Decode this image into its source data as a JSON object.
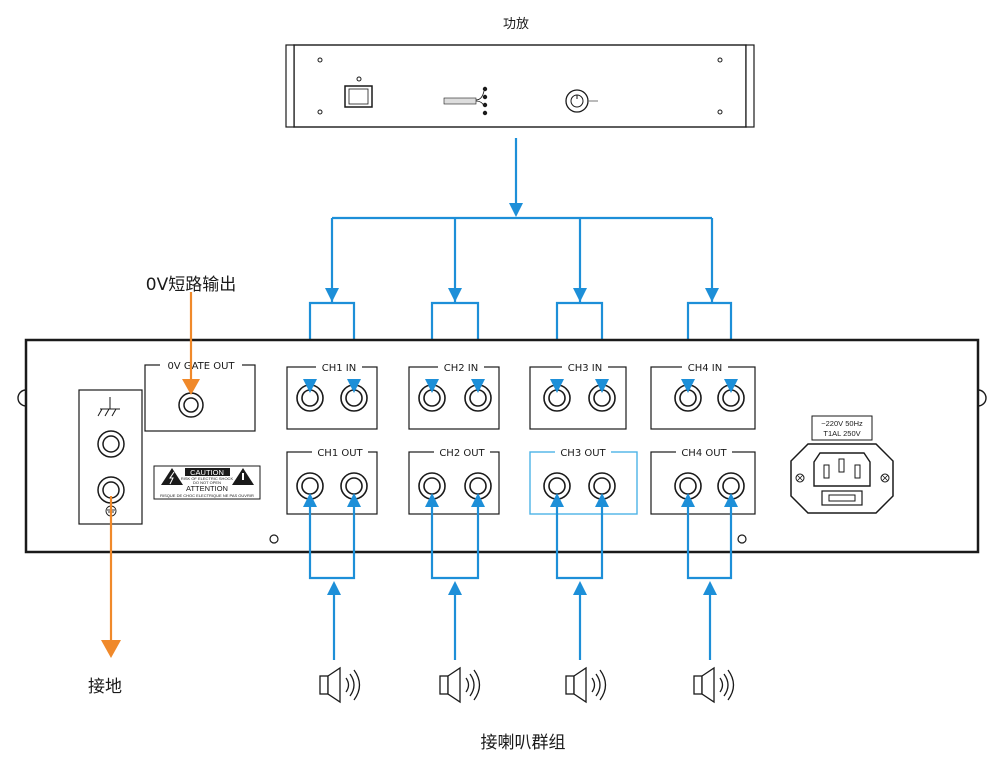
{
  "labels": {
    "amplifier_title": "功放",
    "short_output": "0V短路输出",
    "ground": "接地",
    "speaker_group": "接喇叭群组",
    "gate_out": "0V  GATE OUT",
    "power_rating_line1": "~220V 50Hz",
    "power_rating_line2": "T1AL 250V",
    "caution": "CAUTION",
    "caution_sub1": "RISK OF ELECTRIC SHOCK",
    "caution_sub2": "DO NOT OPEN",
    "attention": "ATTENTION",
    "attention_sub": "RISQUE DE CHOC ELECTRIQUE NE PAS OUVRIR"
  },
  "channels": [
    {
      "in_label": "CH1 IN",
      "out_label": "CH1 OUT"
    },
    {
      "in_label": "CH2 IN",
      "out_label": "CH2 OUT"
    },
    {
      "in_label": "CH3 IN",
      "out_label": "CH3 OUT"
    },
    {
      "in_label": "CH4 IN",
      "out_label": "CH4 OUT"
    }
  ],
  "colors": {
    "signal_line": "#1d8fd8",
    "ground_line": "#f0892a",
    "panel_stroke": "#1a1a1a",
    "highlight_box": "#4db3e6"
  }
}
